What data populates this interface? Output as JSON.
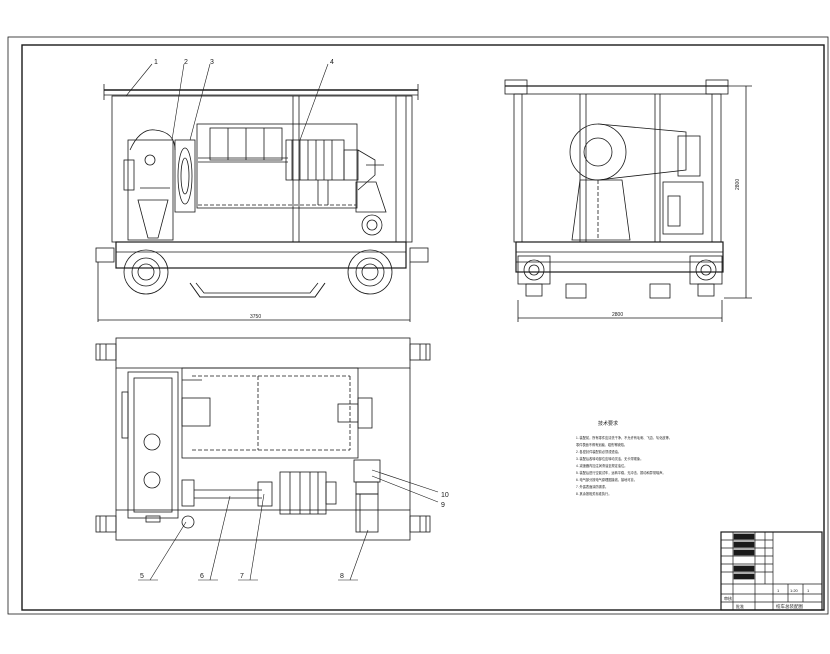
{
  "drawing": {
    "callouts": {
      "front_view": [
        "1",
        "2",
        "3",
        "4"
      ],
      "plan_view": [
        "5",
        "6",
        "7",
        "8"
      ],
      "plan_right": [
        "10",
        "9"
      ]
    },
    "dimensions": {
      "front_width": "3750",
      "side_width": "2800",
      "side_height": "2800"
    },
    "notes": {
      "title": "技术要求",
      "lines": [
        "1. 装配前，所有零件应清洗干净，不允许有毛刺、飞边、氧化皮等。",
        "   零件表面不得有划痕、碰伤等缺陷。",
        "2. 各密封件装配前必须浸透油。",
        "3. 装配后各转动部位应转动灵活，无卡滞现象。",
        "4. 减速器内加注润滑油至规定油位。",
        "5. 装配后进行空载试车，运转平稳，无冲击、振动和异常噪声。",
        "6. 电气部分按电气原理图接线，接地可靠。",
        "7. 外露表面涂防锈漆。",
        "8. 其余按相关标准执行。"
      ]
    },
    "title_block": {
      "drawing_title": "绞车总装配图",
      "scale": "1:20",
      "sheet": "1",
      "quantity": "1",
      "label_a": "审核",
      "label_b": "批准"
    },
    "colors": {
      "line": "#1a1a1a",
      "paper": "#ffffff"
    }
  }
}
